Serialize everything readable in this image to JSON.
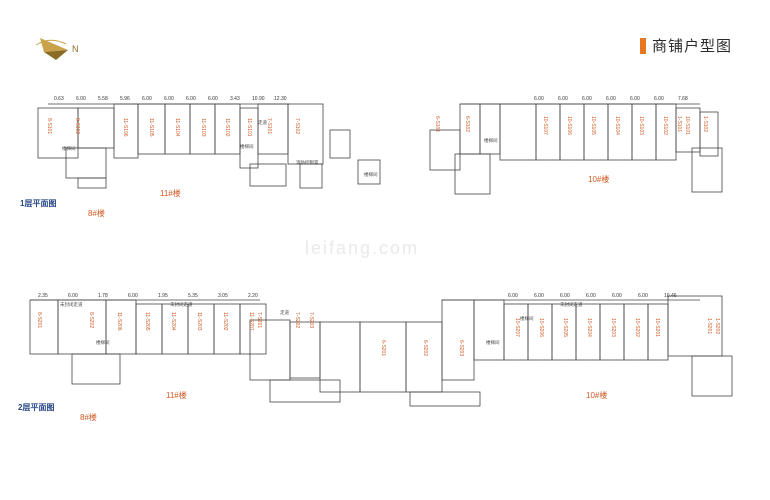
{
  "header": {
    "title": "商铺户型图",
    "compass_letter": "N"
  },
  "colors": {
    "accent": "#e87722",
    "unit_text": "#d05a25",
    "floor_label": "#2a4a8a",
    "line": "#444444"
  },
  "watermark": "leifang.com",
  "floor1": {
    "label": "1层平面图",
    "building_a": "11#楼",
    "building_b": "8#楼",
    "building_c": "10#楼",
    "units_left": [
      "8-S101",
      "8-S102",
      "11-S106",
      "11-S105",
      "11-S104",
      "11-S103",
      "11-S102",
      "11-S101",
      "7-S101",
      "7-S102"
    ],
    "units_right": [
      "6-S101",
      "6-S102",
      "10-S107",
      "10-S106",
      "10-S105",
      "10-S104",
      "10-S103",
      "10-S102",
      "10-S101",
      "1-S101",
      "1-S102"
    ],
    "rooms": [
      "楼梯间",
      "楼梯间",
      "走道",
      "消防控制室",
      "楼梯间",
      "楼梯间"
    ],
    "dims_top_left": [
      "0.63",
      "6.00",
      "5.58",
      "5.96",
      "6.00",
      "6.00",
      "6.00",
      "6.00",
      "3.43",
      "10.90",
      "12.30"
    ],
    "dims_top_right": [
      "6.00",
      "6.00",
      "6.00",
      "6.00",
      "6.00",
      "6.00",
      "7.68"
    ]
  },
  "floor2": {
    "label": "2层平面图",
    "building_a": "11#楼",
    "building_b": "8#楼",
    "building_c": "10#楼",
    "units_left": [
      "8-S201",
      "8-S202",
      "11-S206",
      "11-S205",
      "11-S204",
      "11-S203",
      "11-S202",
      "11-S201",
      "7-S201",
      "7-S202",
      "7-S203"
    ],
    "units_center": [
      "6-S201",
      "6-S202",
      "6-S203"
    ],
    "units_right": [
      "10-S207",
      "10-S206",
      "10-S205",
      "10-S204",
      "10-S203",
      "10-S202",
      "10-S201",
      "1-S201",
      "1-S202"
    ],
    "rooms": [
      "未封闭走道",
      "未封闭走道",
      "楼梯间",
      "走道",
      "楼梯间",
      "未封闭走道",
      "楼梯间"
    ],
    "dims_top_left": [
      "2.35",
      "6.00",
      "1.78",
      "6.00",
      "1.95",
      "5.35",
      "3.05",
      "2.20"
    ],
    "dims_top_right": [
      "6.00",
      "6.00",
      "6.00",
      "6.00",
      "6.00",
      "6.00",
      "10.46"
    ]
  }
}
